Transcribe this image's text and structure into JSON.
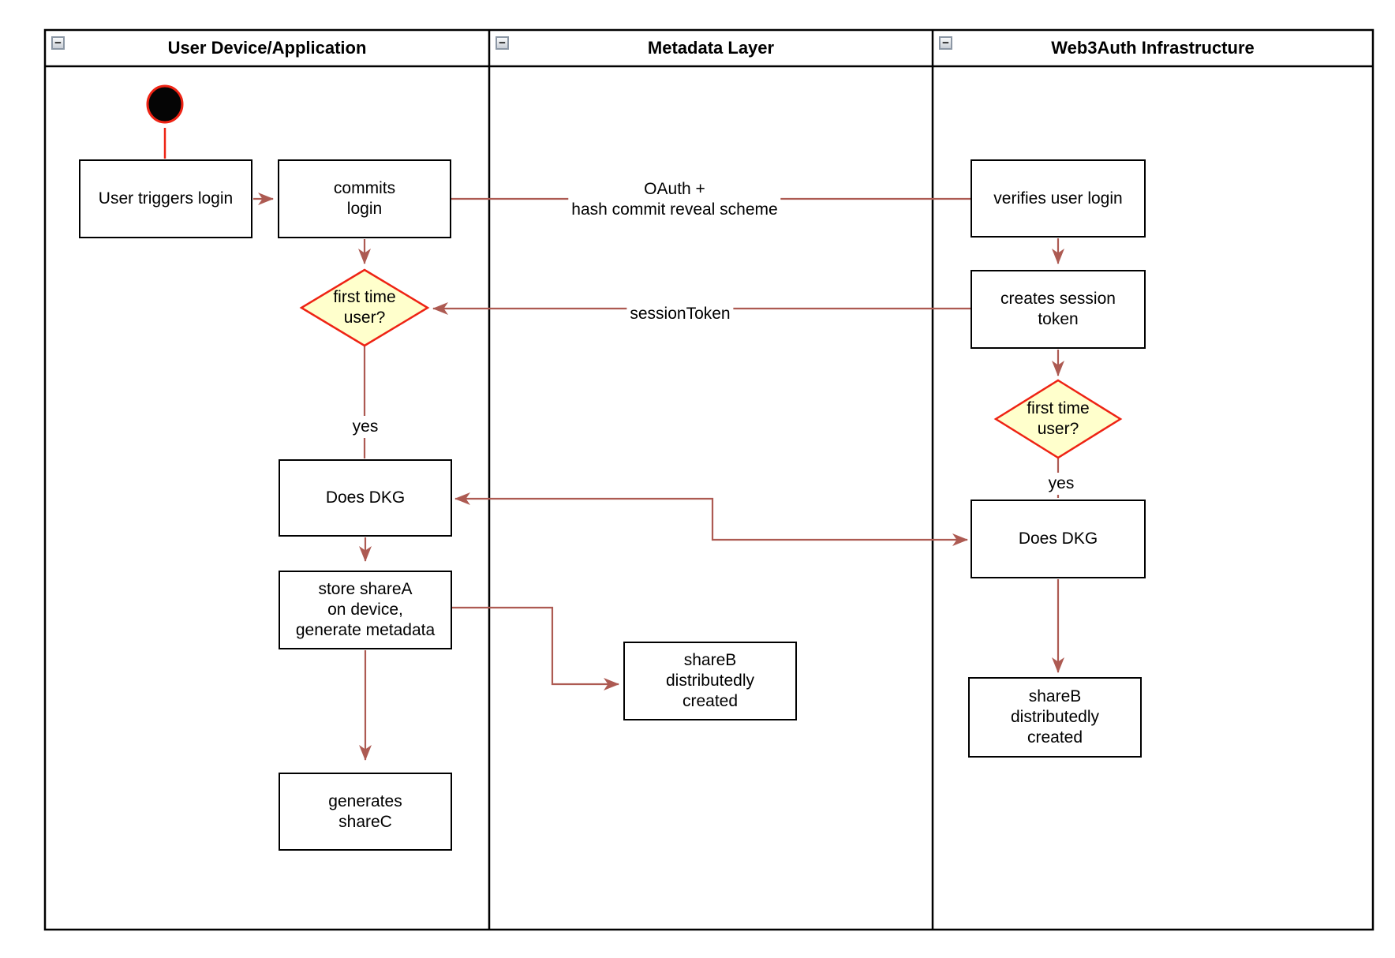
{
  "colors": {
    "arrow": "#ad5a52",
    "red": "#ee2314",
    "diamond_fill": "#ffffcc",
    "node_fill": "#ffffff",
    "node_border": "#000000",
    "lane_border": "#000000"
  },
  "icons": {
    "collapse_glyph": "−",
    "collapse_name": "minus-icon",
    "start_name": "initial-state-dot"
  },
  "lanes": [
    {
      "title": "User Device/Application"
    },
    {
      "title": "Metadata Layer"
    },
    {
      "title": "Web3Auth Infrastructure"
    }
  ],
  "nodes": {
    "user_triggers_login": {
      "label": "User triggers login"
    },
    "commits_login": {
      "label": "commits\nlogin"
    },
    "verifies_user_login": {
      "label": "verifies user login"
    },
    "creates_session_token": {
      "label": "creates session\ntoken"
    },
    "first_time_user_left": {
      "label": "first time\nuser?"
    },
    "first_time_user_right": {
      "label": "first time\nuser?"
    },
    "does_dkg_left": {
      "label": "Does DKG"
    },
    "does_dkg_right": {
      "label": "Does DKG"
    },
    "store_sharea": {
      "label": "store shareA\non device,\ngenerate metadata"
    },
    "shareb_metadata": {
      "label": "shareB\ndistributedly\ncreated"
    },
    "generates_sharec": {
      "label": "generates\nshareC"
    },
    "shareb_web3auth": {
      "label": "shareB\ndistributedly\ncreated"
    }
  },
  "edge_labels": {
    "oauth": "OAuth +\nhash commit reveal scheme",
    "session_token": "sessionToken",
    "yes_left": "yes",
    "yes_right": "yes"
  }
}
